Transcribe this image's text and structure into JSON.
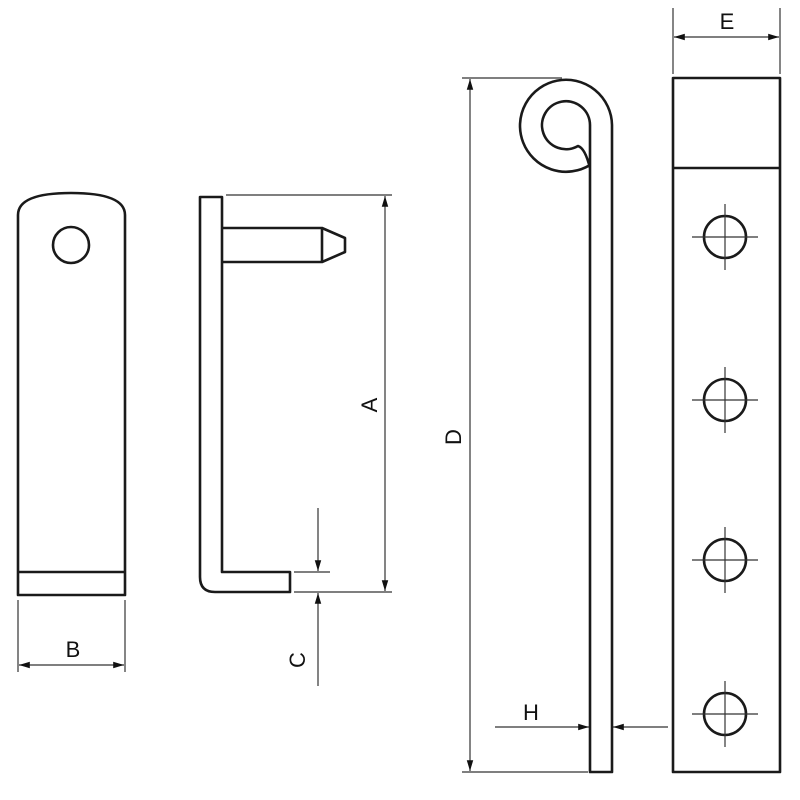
{
  "labels": {
    "A": "A",
    "B": "B",
    "C": "C",
    "D": "D",
    "E": "E",
    "H": "H"
  },
  "colors": {
    "line": "#1a1a1a",
    "background": "#ffffff"
  }
}
